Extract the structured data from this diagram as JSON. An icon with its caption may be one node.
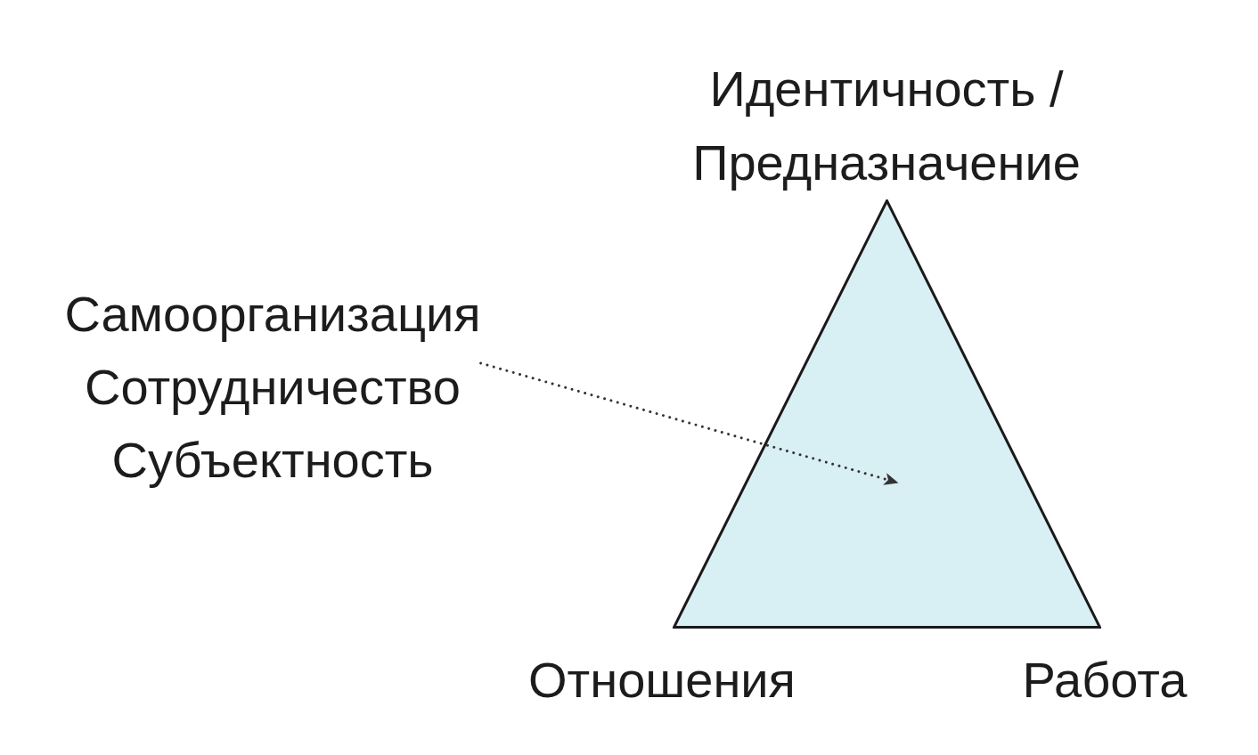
{
  "diagram": {
    "nodes": [
      {
        "text": [
          "Самоорганизация",
          "Сотрудничество",
          "Субъектность"
        ]
      },
      {
        "text": [],
        "shape": "triangle",
        "beside": [
          "Идентичность / Предназначение",
          "Отношения",
          "Работа"
        ]
      }
    ],
    "edges": [
      {
        "from": 0,
        "to": 1,
        "arrow": "to",
        "style": "dashed"
      }
    ]
  }
}
